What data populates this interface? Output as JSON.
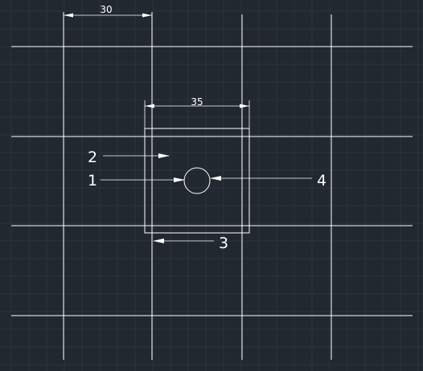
{
  "drawing": {
    "background_color": "#212830",
    "line_color": "#ffffff",
    "grid_color": "#2c343e"
  },
  "dimensions": {
    "top_width": "30",
    "square_width": "35"
  },
  "callouts": {
    "one": "1",
    "two": "2",
    "three": "3",
    "four": "4"
  }
}
